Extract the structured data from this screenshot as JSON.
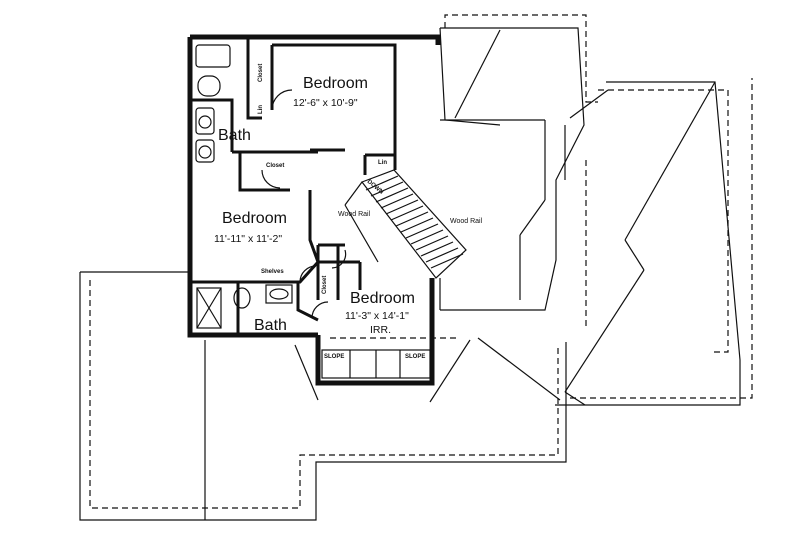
{
  "rooms": {
    "bedroom_1": {
      "label": "Bedroom",
      "dims": "12'-6\" x 10'-9\""
    },
    "bedroom_2": {
      "label": "Bedroom",
      "dims": "11'-11\" x 11'-2\""
    },
    "bedroom_3": {
      "label": "Bedroom",
      "dims": "11'-3\" x 14'-1\"",
      "note": "IRR."
    },
    "bath_1": {
      "label": "Bath"
    },
    "bath_2": {
      "label": "Bath"
    }
  },
  "features": {
    "closet_1": "Closet",
    "closet_2": "Closet",
    "closet_3": "Closet",
    "lin_1": "Lin",
    "lin_2": "Lin",
    "shelves": "Shelves",
    "wood_rail_1": "Wood Rail",
    "wood_rail_2": "Wood Rail",
    "down": "DOWN",
    "slope_left": "SLOPE",
    "slope_right": "SLOPE"
  },
  "colors": {
    "ink": "#111111",
    "background": "#ffffff"
  }
}
